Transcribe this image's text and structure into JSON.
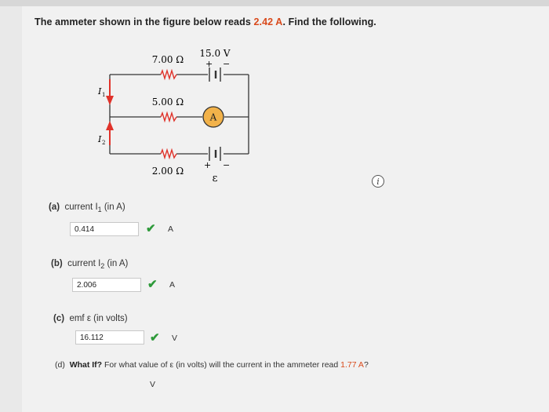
{
  "question": {
    "prefix": "The ammeter shown in the figure below reads ",
    "reading": "2.42 A",
    "suffix": ". Find the following."
  },
  "circuit": {
    "r_top": "7.00 Ω",
    "r_middle": "5.00 Ω",
    "r_bottom": "2.00 Ω",
    "battery_top": "15.0 V",
    "emf_label": "ε",
    "ammeter_label": "A",
    "i1": "I",
    "i1_sub": "1",
    "i2": "I",
    "i2_sub": "2",
    "plus": "+",
    "minus": "−"
  },
  "info_icon": "i",
  "parts": [
    {
      "label": "(a)",
      "text": "current I",
      "sub": "1",
      "suffix": " (in A)",
      "answer": "0.414",
      "unit": "A"
    },
    {
      "label": "(b)",
      "text": "current I",
      "sub": "2",
      "suffix": " (in A)",
      "answer": "2.006",
      "unit": "A"
    },
    {
      "label": "(c)",
      "text": "emf ε",
      "sub": "",
      "suffix": " (in volts)",
      "answer": "16.112",
      "unit": "V"
    }
  ],
  "part_d": {
    "label": "(d)",
    "what_if": "What If?",
    "text_before": " For what value of ε (in volts) will the current in the ammeter read ",
    "reading": "1.77 A",
    "text_after": "?",
    "unit": "V"
  },
  "colors": {
    "highlight": "#d94a1c",
    "resistor": "#e0322a",
    "ammeter_fill": "#f2b24a",
    "check": "#2e9a3a"
  }
}
